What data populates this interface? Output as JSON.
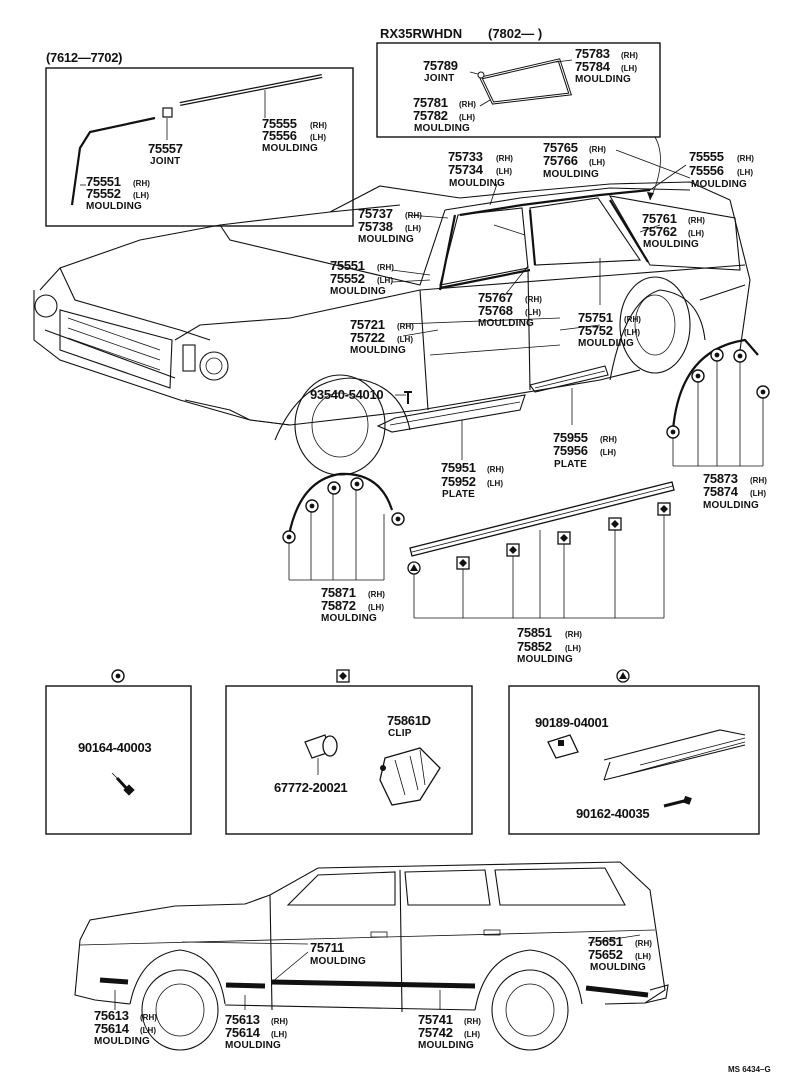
{
  "inset_early": {
    "period": "(7612—7702)",
    "moulding_top": {
      "rh": "75555",
      "lh": "75556",
      "word": "MOULDING"
    },
    "joint": {
      "num": "75557",
      "word": "JOINT"
    },
    "moulding_side": {
      "rh": "75551",
      "lh": "75552",
      "word": "MOULDING"
    }
  },
  "inset_late": {
    "model": "RX35RWHDN",
    "period": "(7802—         )",
    "joint": {
      "num": "75789",
      "word": "JOINT"
    },
    "moulding_a": {
      "rh": "75783",
      "lh": "75784",
      "word": "MOULDING"
    },
    "moulding_b": {
      "rh": "75781",
      "lh": "75782",
      "word": "MOULDING"
    }
  },
  "main": {
    "roof_front": {
      "rh": "75733",
      "lh": "75734",
      "word": "MOULDING"
    },
    "roof_rear": {
      "rh": "75765",
      "lh": "75766",
      "word": "MOULDING"
    },
    "roof_side": {
      "rh": "75555",
      "lh": "75556",
      "word": "MOULDING"
    },
    "pillar": {
      "rh": "75737",
      "lh": "75738",
      "word": "MOULDING"
    },
    "quarter_window": {
      "rh": "75761",
      "lh": "75762",
      "word": "MOULDING"
    },
    "windshield": {
      "rh": "75551",
      "lh": "75552",
      "word": "MOULDING"
    },
    "door_belt": {
      "rh": "75767",
      "lh": "75768",
      "word": "MOULDING"
    },
    "front_door": {
      "rh": "75721",
      "lh": "75722",
      "word": "MOULDING"
    },
    "rear_door": {
      "rh": "75751",
      "lh": "75752",
      "word": "MOULDING"
    },
    "screw": "93540-54010",
    "step_rear": {
      "rh": "75955",
      "lh": "75956",
      "word": "PLATE"
    },
    "step_front": {
      "rh": "75951",
      "lh": "75952",
      "word": "PLATE"
    },
    "wheel_rear": {
      "rh": "75873",
      "lh": "75874",
      "word": "MOULDING"
    },
    "wheel_front": {
      "rh": "75871",
      "lh": "75872",
      "word": "MOULDING"
    },
    "rocker": {
      "rh": "75851",
      "lh": "75852",
      "word": "MOULDING"
    }
  },
  "fasteners": {
    "gear_box": {
      "part": "90164-40003"
    },
    "diamond_box": {
      "clip": "75861D",
      "clip_word": "CLIP",
      "retainer": "67772-20021"
    },
    "triangle_box": {
      "nut": "90189-04001",
      "screw": "90162-40035"
    }
  },
  "wagon": {
    "side": {
      "rh": "75711",
      "lh": "",
      "word": "MOULDING"
    },
    "rear_quarter": {
      "rh": "75651",
      "lh": "75652",
      "word": "MOULDING"
    },
    "front_fender": {
      "rh": "75613",
      "lh": "75614",
      "word": "MOULDING"
    },
    "front_door_low": {
      "rh": "75613",
      "lh": "75614",
      "word": "MOULDING"
    },
    "rocker_low": {
      "rh": "75741",
      "lh": "75742",
      "word": "MOULDING"
    }
  },
  "labels": {
    "rh": "(RH)",
    "lh": "(LH)"
  },
  "footer": {
    "code": "MS 6434–G"
  }
}
